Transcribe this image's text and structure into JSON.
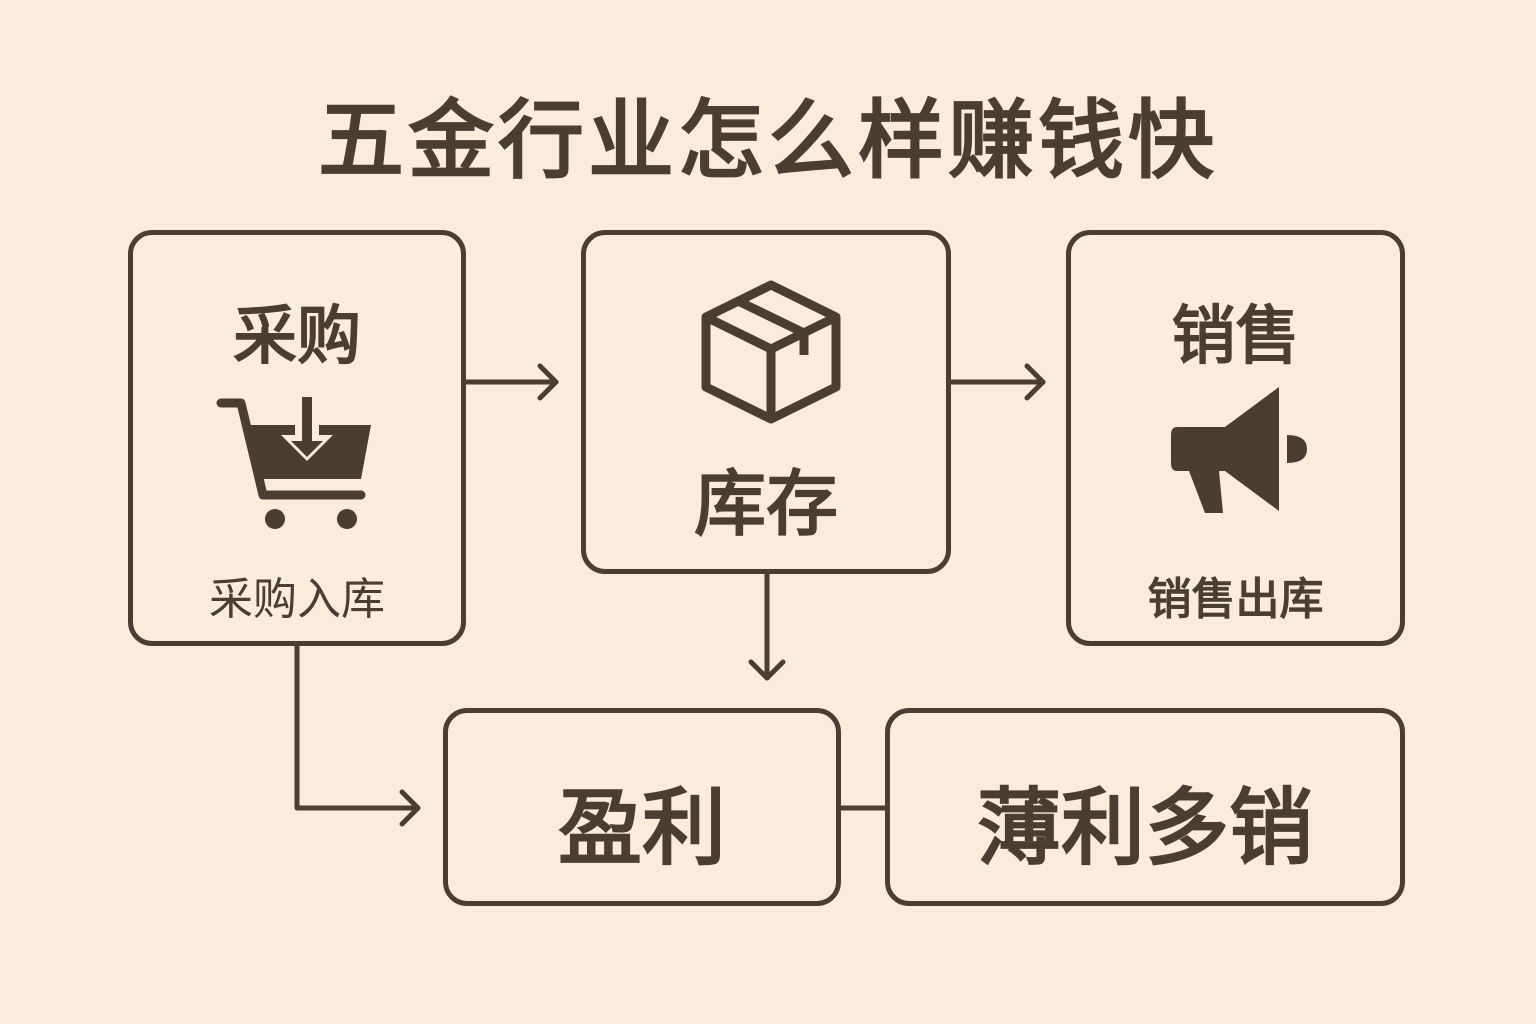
{
  "title": "五金行业怎么样赚钱快",
  "nodes": {
    "purchase": {
      "heading": "采购",
      "caption": "采购入库",
      "icon": "shopping-cart-download-icon"
    },
    "inventory": {
      "heading": "库存",
      "icon": "box-icon"
    },
    "sales": {
      "heading": "销售",
      "caption": "销售出库",
      "icon": "megaphone-icon"
    },
    "profit": {
      "heading": "盈利"
    },
    "strategy": {
      "heading": "薄利多销"
    }
  },
  "colors": {
    "background": "#f9ecdc",
    "ink": "#4a3e33"
  }
}
